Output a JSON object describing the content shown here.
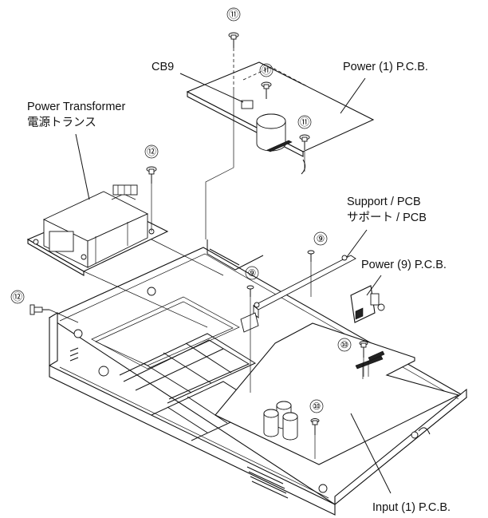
{
  "labels": {
    "cb9": "CB9",
    "power1_pcb": "Power (1) P.C.B.",
    "power_transformer_en": "Power Transformer",
    "power_transformer_jp": "電源トランス",
    "support_pcb_en": "Support / PCB",
    "support_pcb_jp": "サポート / PCB",
    "power9_pcb": "Power (9) P.C.B.",
    "input1_pcb": "Input (1) P.C.B."
  },
  "callouts": {
    "c11": "⑪",
    "c12": "⑫",
    "c9": "⑨",
    "c10": "⑩"
  }
}
